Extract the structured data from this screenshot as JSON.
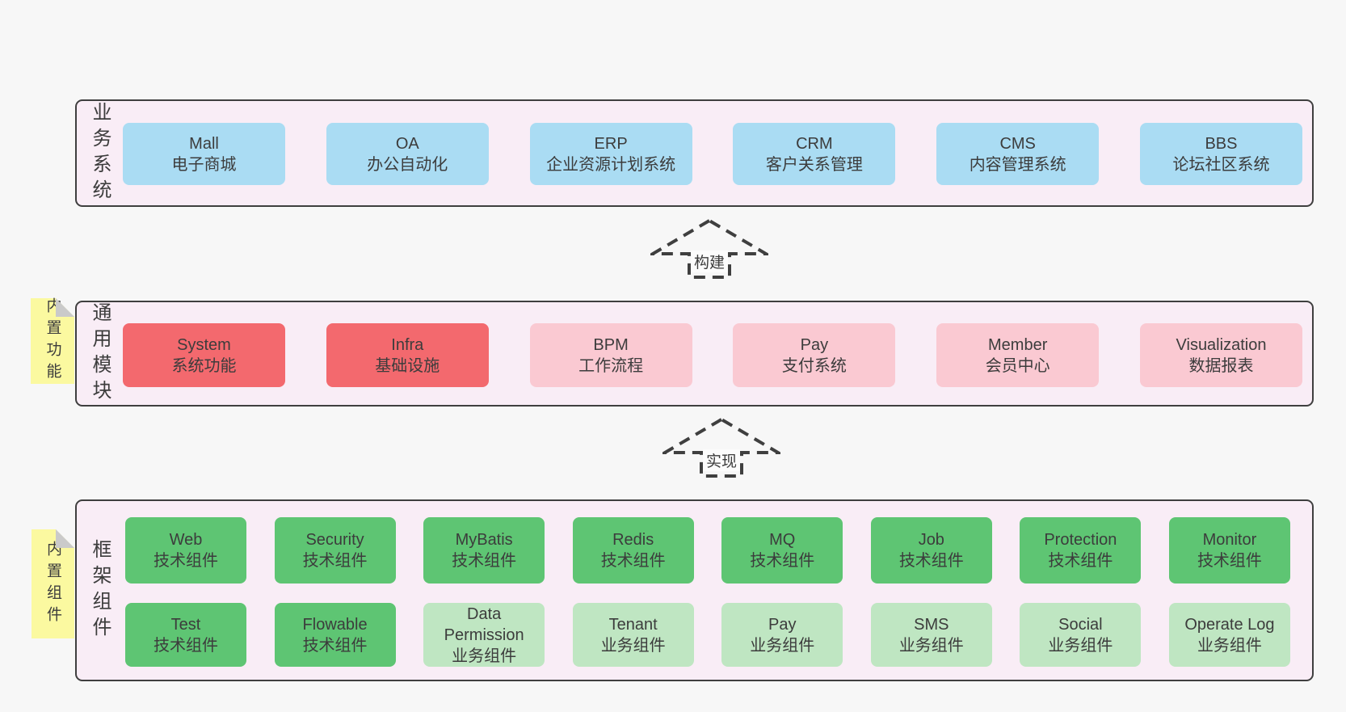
{
  "colors": {
    "page_bg": "#f7f7f7",
    "layer_bg": "#f9edf6",
    "layer_border": "#3f3f3f",
    "blue_box": "#aadcf3",
    "red_box": "#f3696e",
    "pink_box": "#fac9d2",
    "tech_green_box": "#5ec573",
    "biz_green_box": "#bfe6c2",
    "sticky_yellow": "#fbf9a0",
    "text": "#3c3c3c"
  },
  "layers": {
    "business": {
      "label": "业务系统",
      "boxes": [
        {
          "title": "Mall",
          "subtitle": "电子商城",
          "variant": "blue"
        },
        {
          "title": "OA",
          "subtitle": "办公自动化",
          "variant": "blue"
        },
        {
          "title": "ERP",
          "subtitle": "企业资源计划系统",
          "variant": "blue"
        },
        {
          "title": "CRM",
          "subtitle": "客户关系管理",
          "variant": "blue"
        },
        {
          "title": "CMS",
          "subtitle": "内容管理系统",
          "variant": "blue"
        },
        {
          "title": "BBS",
          "subtitle": "论坛社区系统",
          "variant": "blue"
        }
      ]
    },
    "modules": {
      "label": "通用模块",
      "sticky": "内置功能",
      "boxes": [
        {
          "title": "System",
          "subtitle": "系统功能",
          "variant": "red"
        },
        {
          "title": "Infra",
          "subtitle": "基础设施",
          "variant": "red"
        },
        {
          "title": "BPM",
          "subtitle": "工作流程",
          "variant": "pink"
        },
        {
          "title": "Pay",
          "subtitle": "支付系统",
          "variant": "pink"
        },
        {
          "title": "Member",
          "subtitle": "会员中心",
          "variant": "pink"
        },
        {
          "title": "Visualization",
          "subtitle": "数据报表",
          "variant": "pink"
        }
      ]
    },
    "components": {
      "label": "框架组件",
      "sticky": "内置组件",
      "row1": [
        {
          "title": "Web",
          "subtitle": "技术组件",
          "variant": "tech"
        },
        {
          "title": "Security",
          "subtitle": "技术组件",
          "variant": "tech"
        },
        {
          "title": "MyBatis",
          "subtitle": "技术组件",
          "variant": "tech"
        },
        {
          "title": "Redis",
          "subtitle": "技术组件",
          "variant": "tech"
        },
        {
          "title": "MQ",
          "subtitle": "技术组件",
          "variant": "tech"
        },
        {
          "title": "Job",
          "subtitle": "技术组件",
          "variant": "tech"
        },
        {
          "title": "Protection",
          "subtitle": "技术组件",
          "variant": "tech"
        },
        {
          "title": "Monitor",
          "subtitle": "技术组件",
          "variant": "tech"
        }
      ],
      "row2": [
        {
          "title": "Test",
          "subtitle": "技术组件",
          "variant": "tech"
        },
        {
          "title": "Flowable",
          "subtitle": "技术组件",
          "variant": "tech"
        },
        {
          "title": "Data Permission",
          "subtitle": "业务组件",
          "variant": "biz"
        },
        {
          "title": "Tenant",
          "subtitle": "业务组件",
          "variant": "biz"
        },
        {
          "title": "Pay",
          "subtitle": "业务组件",
          "variant": "biz"
        },
        {
          "title": "SMS",
          "subtitle": "业务组件",
          "variant": "biz"
        },
        {
          "title": "Social",
          "subtitle": "业务组件",
          "variant": "biz"
        },
        {
          "title": "Operate Log",
          "subtitle": "业务组件",
          "variant": "biz"
        }
      ]
    }
  },
  "arrows": [
    {
      "label": "构建"
    },
    {
      "label": "实现"
    }
  ]
}
